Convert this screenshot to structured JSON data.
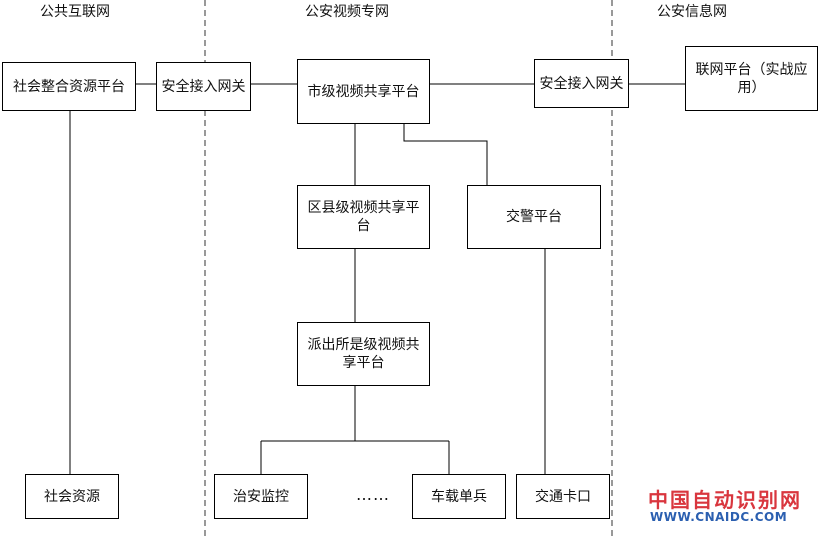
{
  "zones": {
    "public_internet": "公共互联网",
    "police_video_network": "公安视频专网",
    "police_info_network": "公安信息网"
  },
  "nodes": {
    "social_integration_platform": "社会整合资源平台",
    "security_gateway_left": "安全接入网关",
    "city_video_platform": "市级视频共享平台",
    "security_gateway_right": "安全接入网关",
    "network_platform": "联网平台（实战应用）",
    "district_video_platform": "区县级视频共享平台",
    "traffic_police_platform": "交警平台",
    "police_station_video_platform": "派出所是级视频共享平台",
    "social_resources": "社会资源",
    "public_security_monitoring": "治安监控",
    "ellipsis": "……",
    "vehicle_unit": "车载单兵",
    "traffic_checkpoint": "交通卡口"
  },
  "watermark": {
    "site_name": "中国自动识别网",
    "url": "WWW.CNAIDC.COM"
  }
}
